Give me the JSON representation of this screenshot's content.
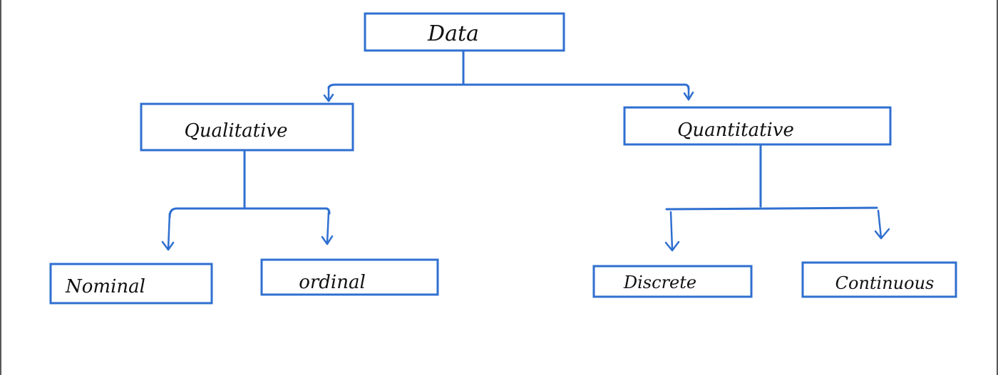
{
  "diagram": {
    "root": {
      "label": "Data"
    },
    "categories": [
      {
        "label": "Qualitative",
        "children": [
          {
            "label": "Nominal"
          },
          {
            "label": "ordinal"
          }
        ]
      },
      {
        "label": "Quantitative",
        "children": [
          {
            "label": "Discrete"
          },
          {
            "label": "Continuous"
          }
        ]
      }
    ]
  },
  "colors": {
    "stroke": "#2f6fd0",
    "text": "#111111",
    "background": "#ffffff"
  }
}
